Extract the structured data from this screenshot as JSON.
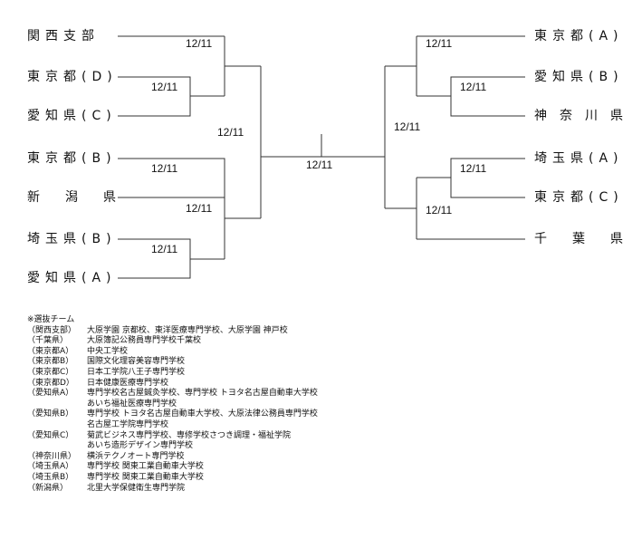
{
  "bracket": {
    "left_teams": [
      "関西支部",
      "東京都(D)",
      "愛知県(C)",
      "東京都(B)",
      "新潟県",
      "埼玉県(B)",
      "愛知県(A)"
    ],
    "right_teams": [
      "東京都(A)",
      "愛知県(B)",
      "神奈川県",
      "埼玉県(A)",
      "東京都(C)",
      "千葉県"
    ],
    "dates": {
      "l1": "12/11",
      "l2": "12/11",
      "l3": "12/11",
      "l4": "12/11",
      "l5": "12/11",
      "l6": "12/11",
      "final": "12/11",
      "r1": "12/11",
      "r2": "12/11",
      "r3": "12/11",
      "r4": "12/11",
      "r5": "12/11"
    }
  },
  "notes": {
    "title": "※選抜チーム",
    "entries": [
      {
        "key": "（関西支部）",
        "lines": [
          "大原学園 京都校、東洋医療専門学校、大原学園 神戸校"
        ]
      },
      {
        "key": "（千葉県）",
        "lines": [
          "大原簿記公務員専門学校千葉校"
        ]
      },
      {
        "key": "（東京都A）",
        "lines": [
          "中央工学校"
        ]
      },
      {
        "key": "（東京都B）",
        "lines": [
          "国際文化理容美容専門学校"
        ]
      },
      {
        "key": "（東京都C）",
        "lines": [
          "日本工学院八王子専門学校"
        ]
      },
      {
        "key": "（東京都D）",
        "lines": [
          "日本健康医療専門学校"
        ]
      },
      {
        "key": "（愛知県A）",
        "lines": [
          "専門学校名古屋鍼灸学校、専門学校 トヨタ名古屋自動車大学校",
          "あいち福祉医療専門学校"
        ]
      },
      {
        "key": "（愛知県B）",
        "lines": [
          "専門学校 トヨタ名古屋自動車大学校、大原法律公務員専門学校",
          "名古屋工学院専門学校"
        ]
      },
      {
        "key": "（愛知県C）",
        "lines": [
          "菊武ビジネス専門学校、専修学校さつき調理・福祉学院",
          "あいち造形デザイン専門学校"
        ]
      },
      {
        "key": "（神奈川県）",
        "lines": [
          "横浜テクノオート専門学校"
        ]
      },
      {
        "key": "（埼玉県A）",
        "lines": [
          "専門学校 関東工業自動車大学校"
        ]
      },
      {
        "key": "（埼玉県B）",
        "lines": [
          "専門学校 関東工業自動車大学校"
        ]
      },
      {
        "key": "（新潟県）",
        "lines": [
          "北里大学保健衛生専門学院"
        ]
      }
    ]
  }
}
